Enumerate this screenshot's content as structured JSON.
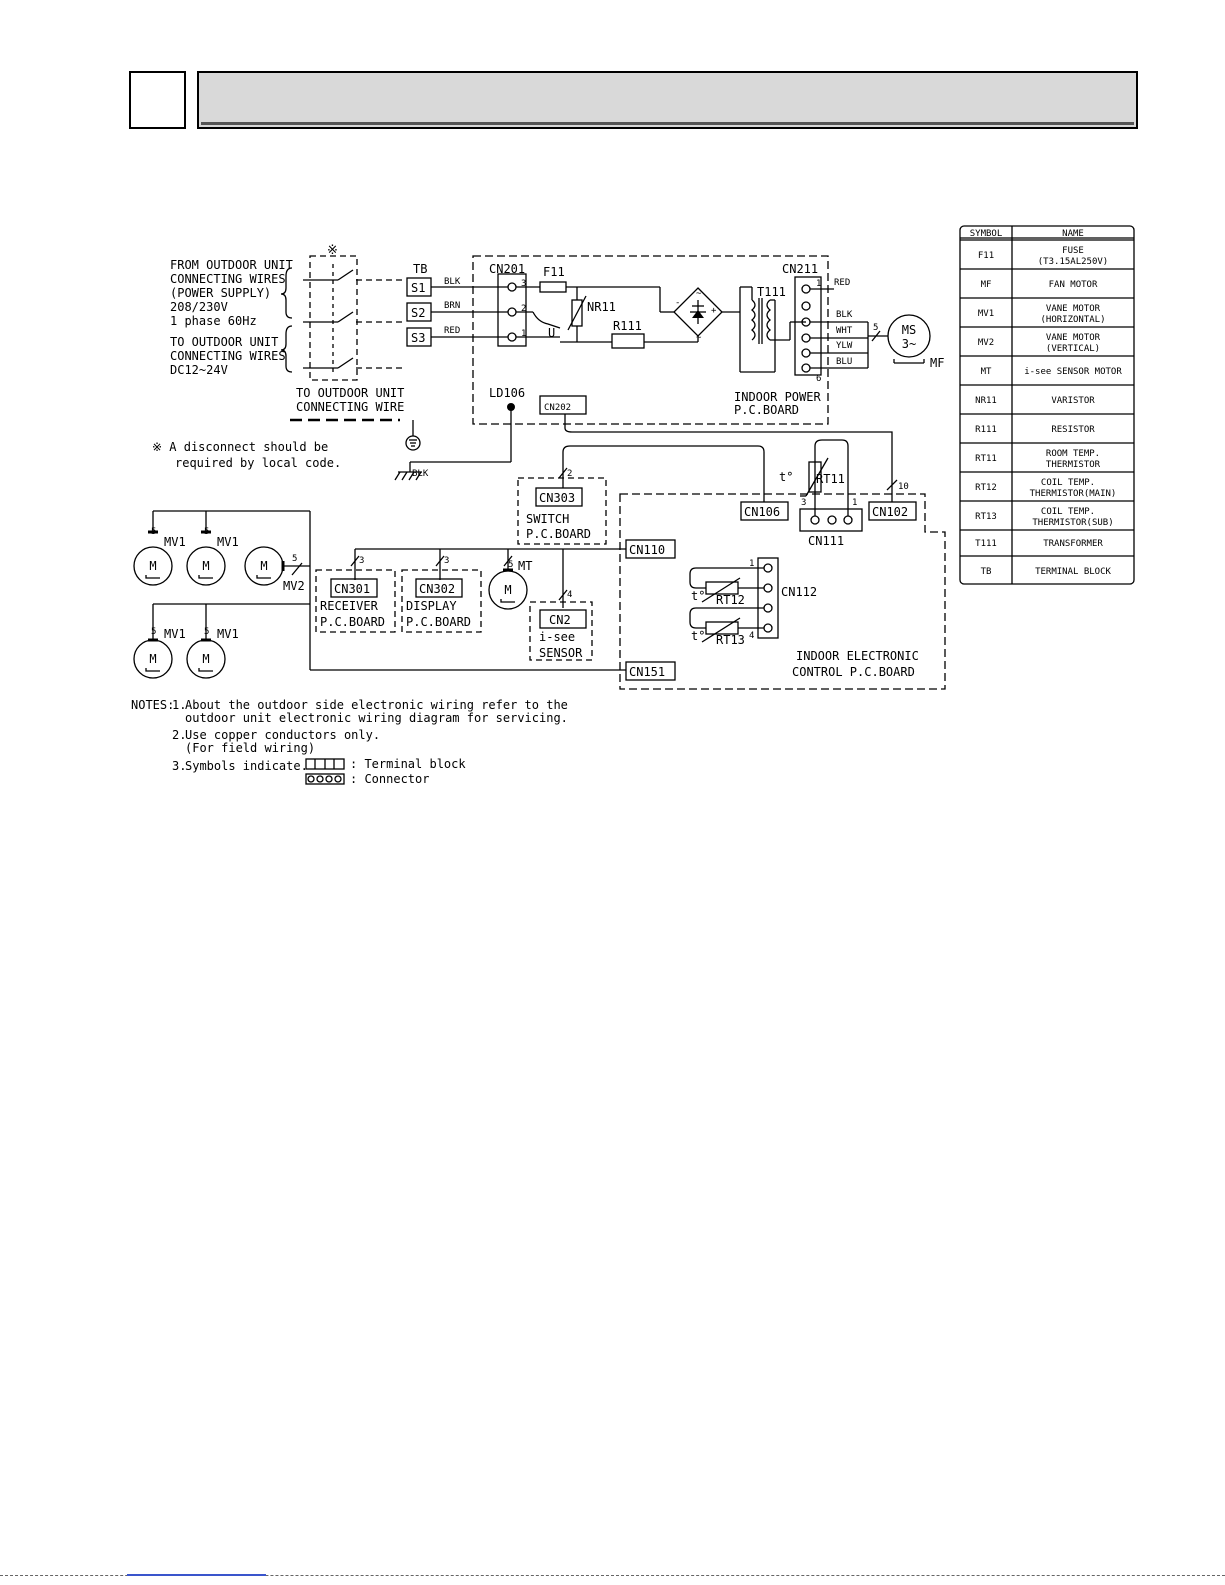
{
  "legend": {
    "header": {
      "symbol": "SYMBOL",
      "name": "NAME"
    },
    "rows": [
      {
        "symbol": "F11",
        "name": "FUSE",
        "sub": "(T3.15AL250V)"
      },
      {
        "symbol": "MF",
        "name": "FAN MOTOR",
        "sub": ""
      },
      {
        "symbol": "MV1",
        "name": "VANE MOTOR",
        "sub": "(HORIZONTAL)"
      },
      {
        "symbol": "MV2",
        "name": "VANE MOTOR",
        "sub": "(VERTICAL)"
      },
      {
        "symbol": "MT",
        "name": "i-see SENSOR MOTOR",
        "sub": ""
      },
      {
        "symbol": "NR11",
        "name": "VARISTOR",
        "sub": ""
      },
      {
        "symbol": "R111",
        "name": "RESISTOR",
        "sub": ""
      },
      {
        "symbol": "RT11",
        "name": "ROOM TEMP.",
        "sub": "THERMISTOR"
      },
      {
        "symbol": "RT12",
        "name": "COIL TEMP.",
        "sub": "THERMISTOR(MAIN)"
      },
      {
        "symbol": "RT13",
        "name": "COIL TEMP.",
        "sub": "THERMISTOR(SUB)"
      },
      {
        "symbol": "T111",
        "name": "TRANSFORMER",
        "sub": ""
      },
      {
        "symbol": "TB",
        "name": "TERMINAL BLOCK",
        "sub": ""
      }
    ]
  },
  "left_text": {
    "from_outdoor": [
      "FROM OUTDOOR UNIT",
      "CONNECTING WIRES",
      "(POWER SUPPLY)",
      "208/230V",
      "1 phase 60Hz"
    ],
    "to_outdoor": [
      "TO OUTDOOR UNIT",
      "CONNECTING WIRES",
      "DC12~24V"
    ],
    "to_outdoor_wire": [
      "TO OUTDOOR UNIT",
      "CONNECTING WIRE"
    ],
    "disconnect_mark": "※",
    "disconnect_note": [
      "※ A disconnect should be",
      "required by local code."
    ]
  },
  "terminal_block": {
    "label": "TB",
    "terminals": [
      "S1",
      "S2",
      "S3"
    ]
  },
  "wires": {
    "blk": "BLK",
    "brn": "BRN",
    "red": "RED",
    "wht": "WHT",
    "ylw": "YLW",
    "blu": "BLU",
    "ground_blk": "BLK"
  },
  "power_board": {
    "cn201": "CN201",
    "cn201_pins": [
      "3",
      "2",
      "1"
    ],
    "f11": "F11",
    "nr11": "NR11",
    "u": "U",
    "r111": "R111",
    "t111": "T111",
    "cn211": "CN211",
    "cn211_pin_top": "1",
    "cn211_pin_bottom": "6",
    "cn202": "CN202",
    "ld106": "LD106",
    "label": [
      "INDOOR POWER",
      "P.C.BOARD"
    ],
    "bridge_plus": "+",
    "bridge_minus": "-",
    "bridge_ac": "~"
  },
  "fan_motor": {
    "label_top": "MS",
    "label_bottom": "3~",
    "name": "MF",
    "count": "5"
  },
  "switch_board": {
    "connector": "CN303",
    "label": [
      "SWITCH",
      "P.C.BOARD"
    ],
    "count": "2"
  },
  "control_board": {
    "cn106": "CN106",
    "cn102": "CN102",
    "cn102_count": "10",
    "cn111": "CN111",
    "cn111_pin_left": "3",
    "cn111_pin_right": "1",
    "rt11": "RT11",
    "t_mark": "t°",
    "cn110": "CN110",
    "cn112": "CN112",
    "cn112_pin_top": "1",
    "cn112_pin_bottom": "4",
    "rt12": "RT12",
    "rt13": "RT13",
    "cn151": "CN151",
    "label": [
      "INDOOR ELECTRONIC",
      "CONTROL P.C.BOARD"
    ]
  },
  "receiver_board": {
    "connector": "CN301",
    "label": [
      "RECEIVER",
      "P.C.BOARD"
    ],
    "count": "3"
  },
  "display_board": {
    "connector": "CN302",
    "label": [
      "DISPLAY",
      "P.C.BOARD"
    ],
    "count": "3"
  },
  "isee_sensor": {
    "connector": "CN2",
    "label": [
      "i-see",
      "SENSOR"
    ],
    "count": "4"
  },
  "motors": {
    "m": "M",
    "mv1": "MV1",
    "mv2": "MV2",
    "mt": "MT",
    "count": "5"
  },
  "notes": {
    "heading": "NOTES:",
    "items": [
      {
        "num": "1.",
        "lines": [
          "About the outdoor side electronic wiring refer to the",
          "outdoor unit electronic wiring diagram for servicing."
        ]
      },
      {
        "num": "2.",
        "lines": [
          "Use copper conductors only.",
          "(For field wiring)"
        ]
      },
      {
        "num": "3.",
        "lines": [
          "Symbols indicate."
        ]
      }
    ],
    "terminal_block": ": Terminal block",
    "connector": ": Connector"
  }
}
